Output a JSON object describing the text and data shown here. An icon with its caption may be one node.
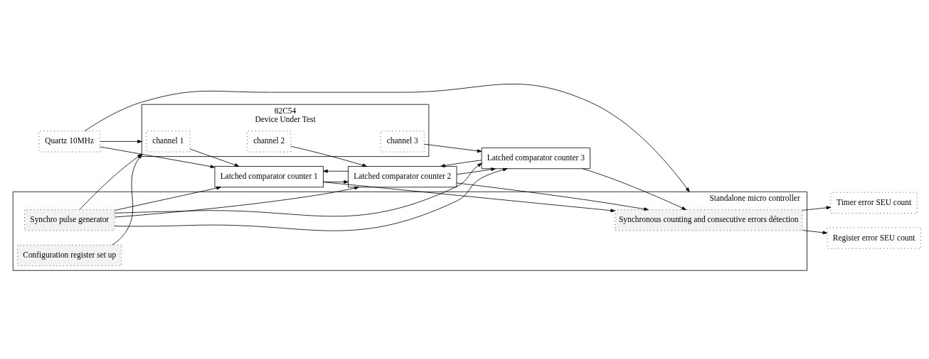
{
  "diagram": {
    "nodes": [
      {
        "text": [
          "Quartz 10MHz"
        ]
      },
      {
        "text": [
          "82C54",
          "Device Under Test"
        ]
      },
      {
        "text": [
          "channel 1"
        ],
        "in": 1
      },
      {
        "text": [
          "channel 2"
        ],
        "in": 1
      },
      {
        "text": [
          "channel 3"
        ],
        "in": 1
      },
      {
        "text": [
          "Latched comparator counter 1"
        ]
      },
      {
        "text": [
          "Latched comparator counter 2"
        ]
      },
      {
        "text": [
          "Latched comparator counter 3"
        ]
      },
      {
        "text": [
          "Standalone micro controller"
        ]
      },
      {
        "text": [
          "Synchronous counting and consecutive errors détection"
        ],
        "in": 8
      },
      {
        "text": [
          "Synchro pulse generator"
        ],
        "in": 8
      },
      {
        "text": [
          "Configuration register set up"
        ],
        "in": 8
      },
      {
        "text": [
          "Timer error SEU count"
        ]
      },
      {
        "text": [
          "Register error SEU count"
        ]
      }
    ],
    "edges": [
      {
        "from": 0,
        "to": 1,
        "arrow": "to"
      },
      {
        "from": 0,
        "to": 5,
        "arrow": "to"
      },
      {
        "from": 0,
        "to": 8,
        "arrow": "to"
      },
      {
        "from": 2,
        "to": 5,
        "arrow": "to"
      },
      {
        "from": 3,
        "to": 6,
        "arrow": "to"
      },
      {
        "from": 4,
        "to": 7,
        "arrow": "to"
      },
      {
        "from": 5,
        "to": 6,
        "arrow": "to"
      },
      {
        "from": 6,
        "to": 5,
        "arrow": "to"
      },
      {
        "from": 6,
        "to": 7,
        "arrow": "to"
      },
      {
        "from": 7,
        "to": 6,
        "arrow": "to"
      },
      {
        "from": 5,
        "to": 9,
        "arrow": "to"
      },
      {
        "from": 6,
        "to": 9,
        "arrow": "to"
      },
      {
        "from": 7,
        "to": 9,
        "arrow": "to"
      },
      {
        "from": 9,
        "to": 12,
        "arrow": "to"
      },
      {
        "from": 9,
        "to": 13,
        "arrow": "to"
      },
      {
        "from": 10,
        "to": 1,
        "arrow": "to"
      },
      {
        "from": 10,
        "to": 5,
        "arrow": "to"
      },
      {
        "from": 10,
        "to": 6,
        "arrow": "to"
      },
      {
        "from": 10,
        "to": 7,
        "arrow": "to"
      },
      {
        "from": 10,
        "to": 7,
        "arrow": "to"
      },
      {
        "from": 11,
        "to": 1,
        "arrow": "to"
      }
    ]
  }
}
